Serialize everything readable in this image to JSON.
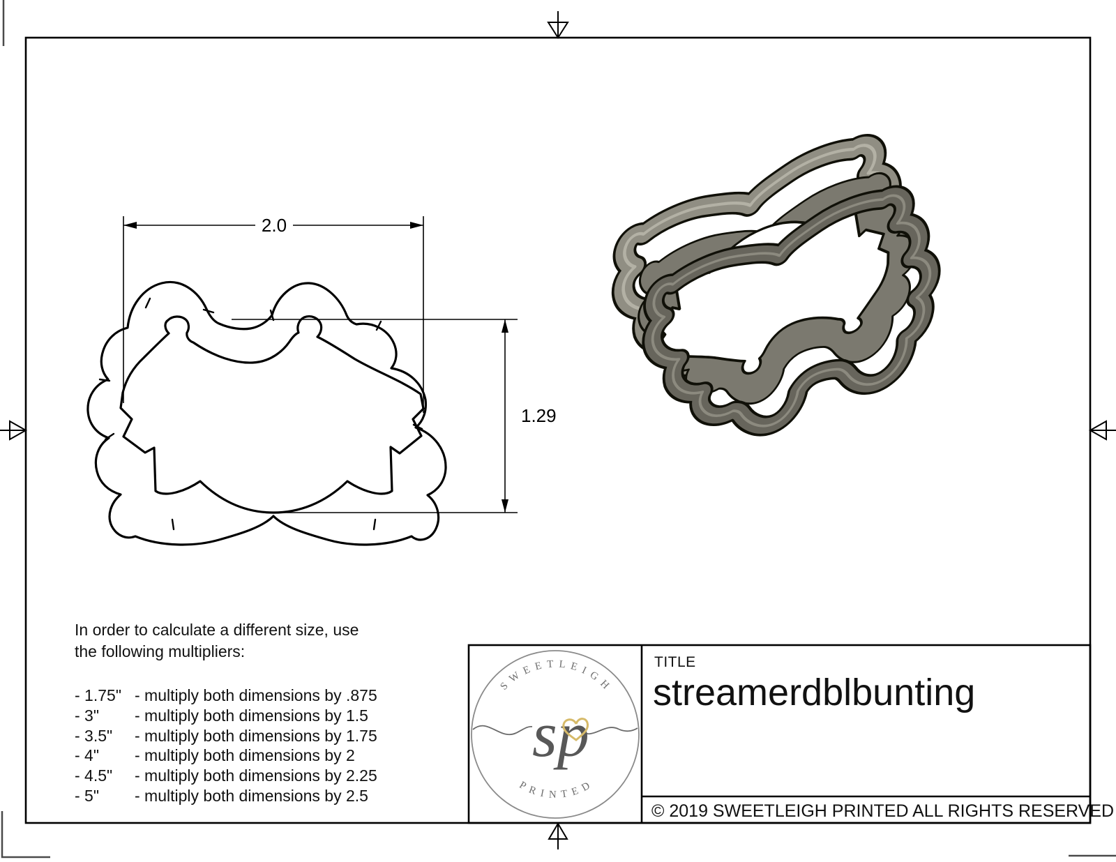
{
  "drawing": {
    "width_label": "2.0",
    "height_label": "1.29"
  },
  "notes": {
    "intro_line1": "In order to calculate a different size, use",
    "intro_line2": "the following multipliers:",
    "multipliers": [
      {
        "size": "- 1.75\"",
        "rule": "- multiply both dimensions by .875"
      },
      {
        "size": "- 3\"",
        "rule": "- multiply both dimensions by 1.5"
      },
      {
        "size": "- 3.5\"",
        "rule": "- multiply both dimensions by 1.75"
      },
      {
        "size": "- 4\"",
        "rule": "- multiply both dimensions by 2"
      },
      {
        "size": "- 4.5\"",
        "rule": "- multiply both dimensions by 2.25"
      },
      {
        "size": "- 5\"",
        "rule": "- multiply both dimensions by 2.5"
      }
    ]
  },
  "title_block": {
    "title_label": "TITLE",
    "title_value": "streamerdblbunting",
    "copyright": "© 2019  SWEETLEIGH PRINTED  ALL RIGHTS RESERVED"
  },
  "logo": {
    "top_text": "S W E E T L E I G H",
    "bottom_text": "P R I N T E D",
    "monogram": "sp",
    "ring_color": "#8a8a8a",
    "text_color": "#6f6f6f",
    "heart_color": "#d6ba69"
  },
  "colors": {
    "line": "#000000",
    "cutter_body": "#7b796f",
    "cutter_rim_light": "#908e83",
    "cutter_near_dark": "#67655c",
    "cutter_highlight": "#b3b1a5"
  }
}
